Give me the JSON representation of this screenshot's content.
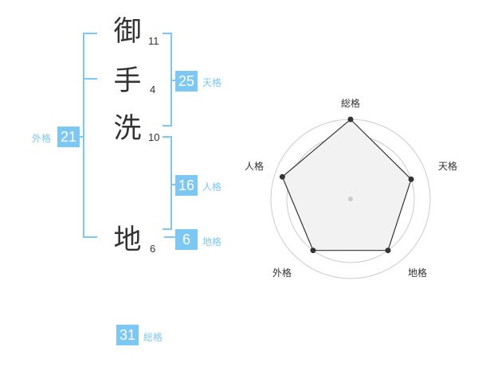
{
  "name_chars": [
    {
      "char": "御",
      "strokes": "11"
    },
    {
      "char": "手",
      "strokes": "4"
    },
    {
      "char": "洗",
      "strokes": "10"
    },
    {
      "char": "地",
      "strokes": "6"
    }
  ],
  "kaku": {
    "tenkaku": {
      "label": "天格",
      "value": "25"
    },
    "jinkaku": {
      "label": "人格",
      "value": "16"
    },
    "chikaku": {
      "label": "地格",
      "value": "6"
    },
    "gaikaku": {
      "label": "外格",
      "value": "21"
    },
    "soukaku": {
      "label": "総格",
      "value": "31"
    }
  },
  "colors": {
    "accent": "#7cc8f2",
    "text": "#333333",
    "radar_fill": "#f2f2f2",
    "radar_ring": "#cccccc"
  },
  "chart_data": {
    "type": "radar",
    "axes": [
      "総格",
      "天格",
      "地格",
      "外格",
      "人格"
    ],
    "values": [
      5,
      4,
      4,
      4,
      4.5
    ],
    "max": 5,
    "rings": 5
  }
}
